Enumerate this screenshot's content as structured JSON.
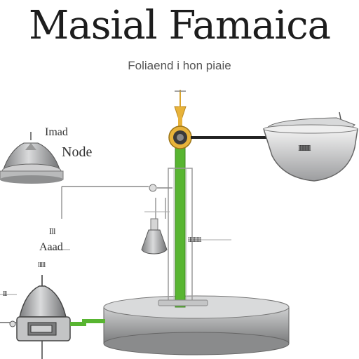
{
  "title": "Masial Famaica",
  "subtitle": "Foliaend i hon piaie",
  "labels": {
    "top_left_1": "Imad",
    "top_left_2": "Node",
    "bowl": "Illlllllllll",
    "mid_left_1": "Ill",
    "mid_left_2": "Aaad",
    "mid_left_3": "lllll",
    "mid_right": "lllllllll",
    "bottom_left": "lll"
  },
  "colors": {
    "stand_green": "#58b531",
    "pointer_yellow": "#e8b33a",
    "metal": "#a9aaab"
  },
  "icons": [
    "mast-bell-icon",
    "bowl-icon",
    "flask-icon",
    "burner-icon",
    "pivot-icon"
  ]
}
